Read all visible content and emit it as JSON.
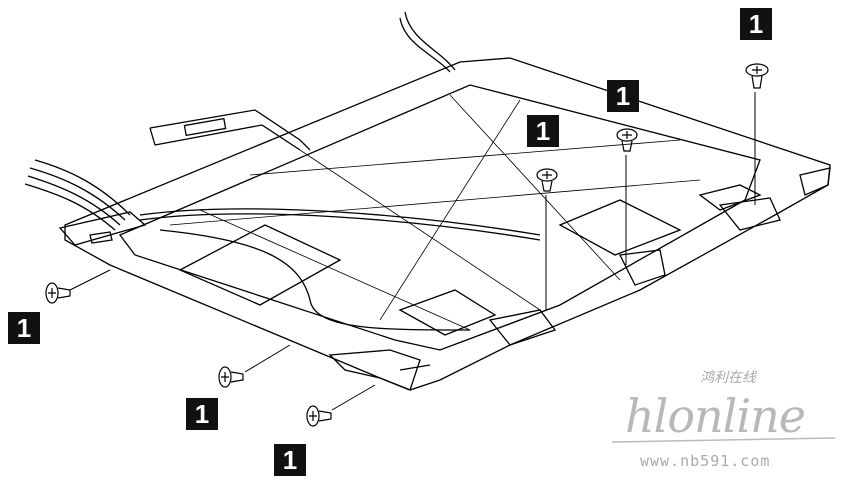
{
  "callouts": [
    "1",
    "1",
    "1",
    "1",
    "1",
    "1"
  ],
  "watermark": {
    "chinese": "鸿利在线",
    "logo": "hlonline",
    "url": "www.nb591.com"
  },
  "colors": {
    "line": "#000000",
    "callout_bg": "#111111",
    "watermark": "#aaaaaa"
  }
}
